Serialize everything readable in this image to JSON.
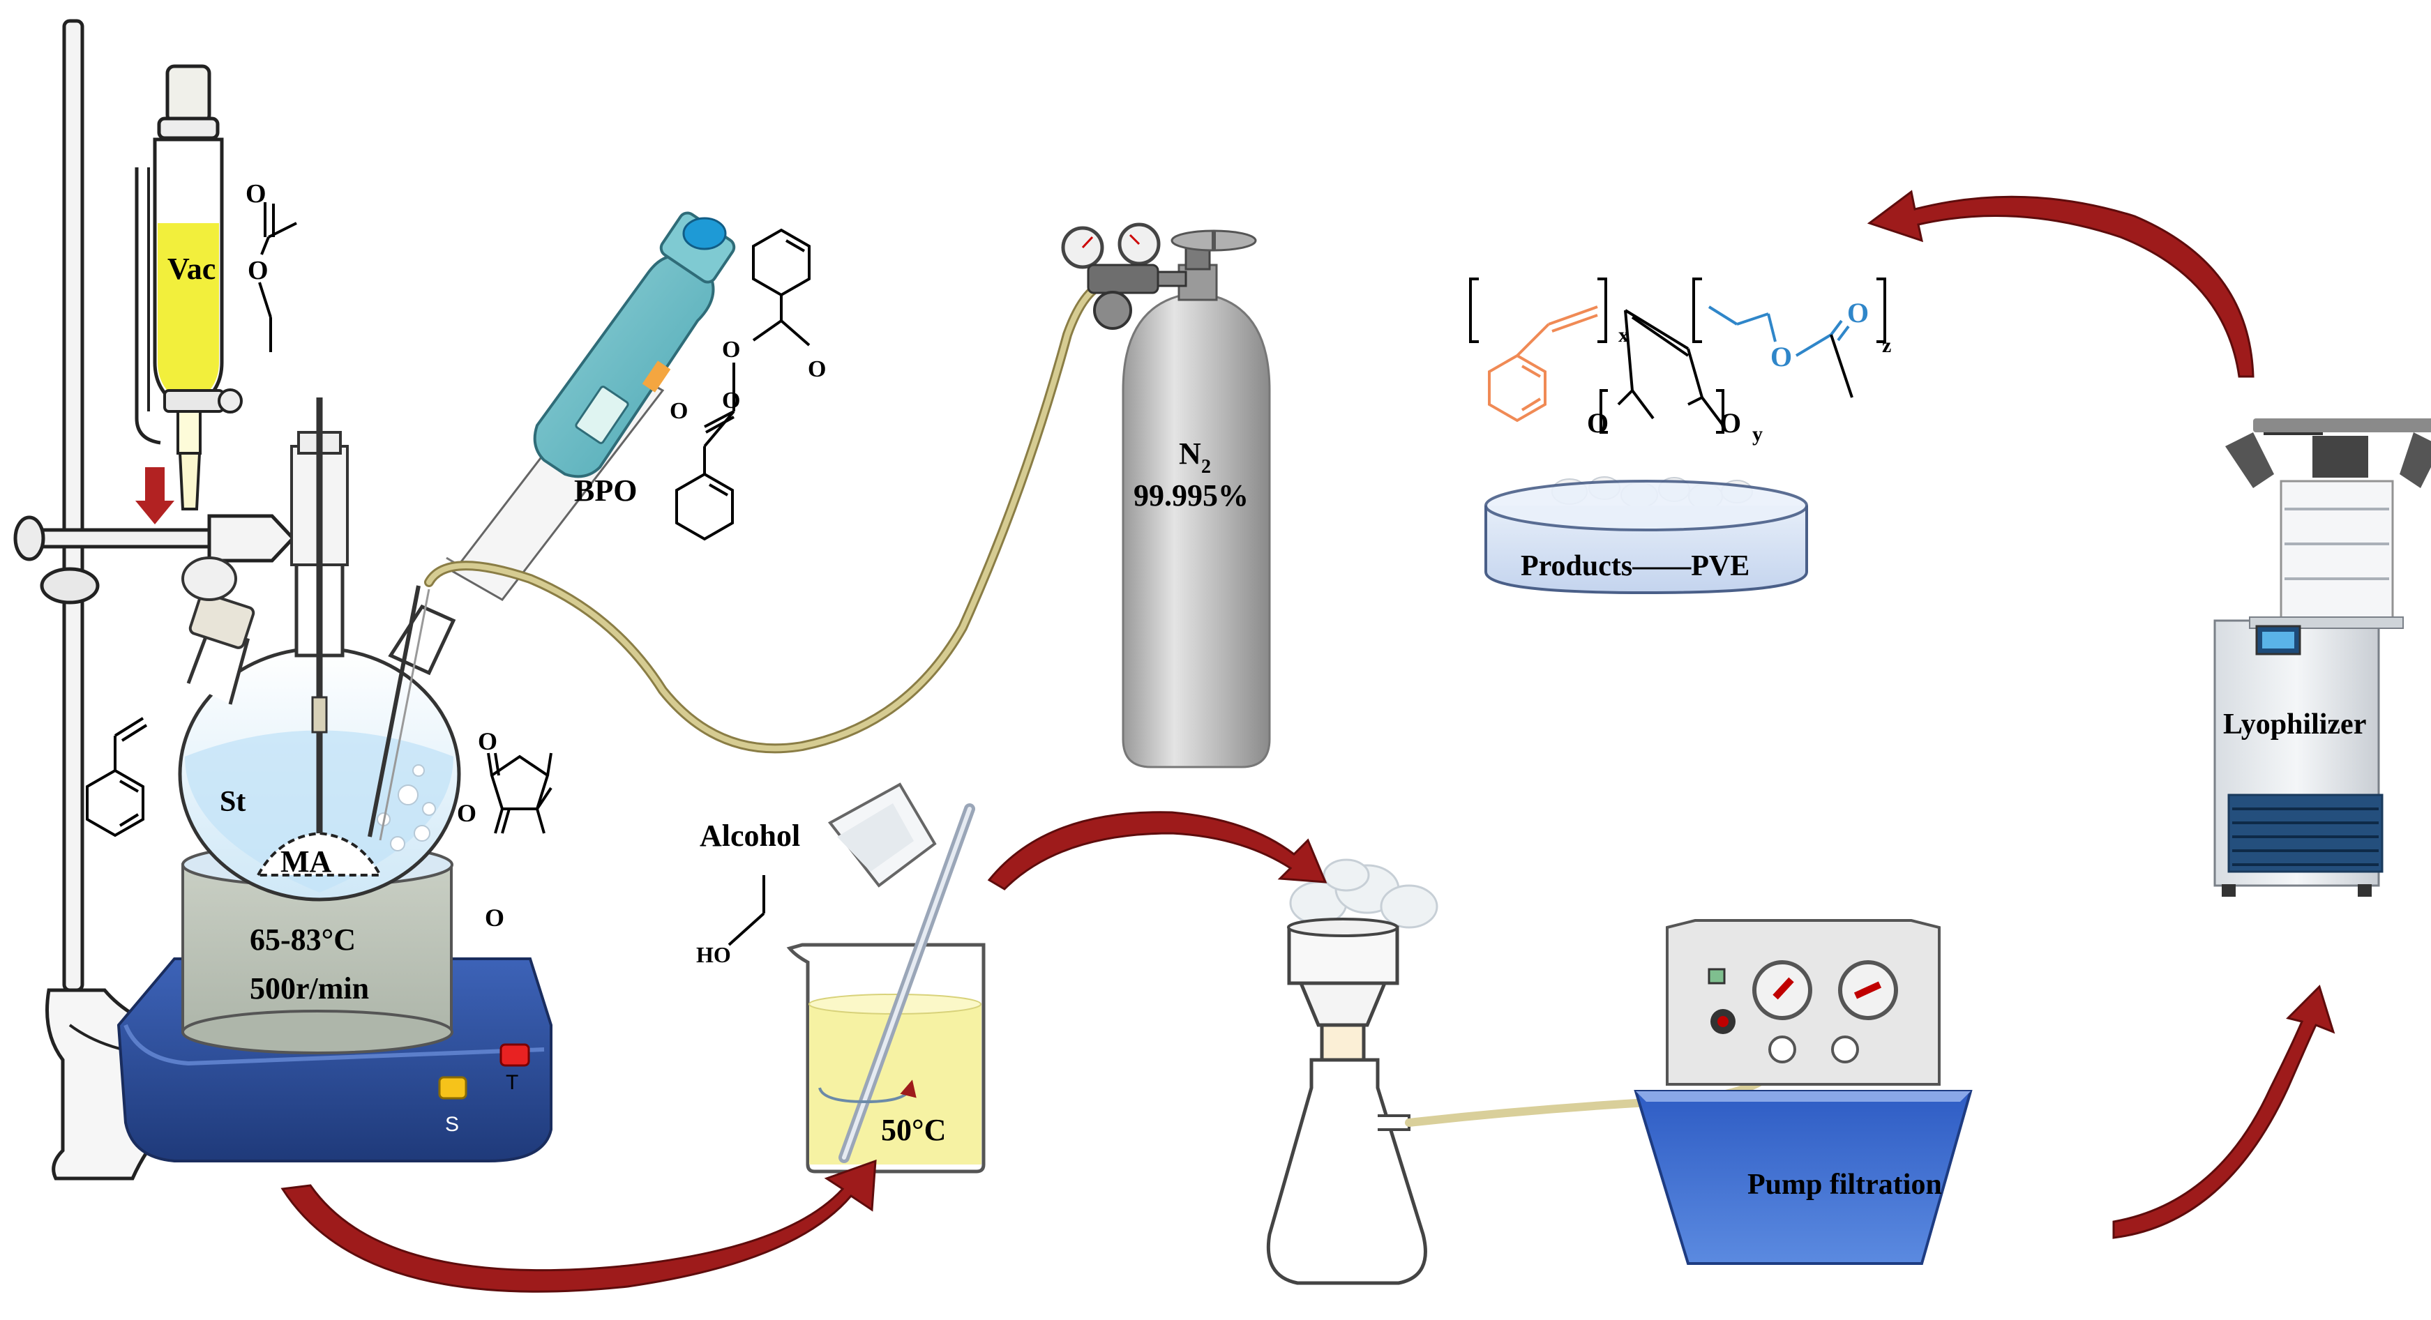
{
  "labels": {
    "vac": "Vac",
    "st": "St",
    "ma": "MA",
    "temp_range": "65-83°C",
    "speed": "500r/min",
    "bpo": "BPO",
    "n2_main": "N",
    "n2_sub": "2",
    "purity": "99.995%",
    "alcohol": "Alcohol",
    "beaker_temp": "50°C",
    "products": "Products——PVE",
    "pump": "Pump filtration",
    "lyophilizer": "Lyophilizer",
    "btn_s": "S",
    "btn_t": "T"
  },
  "chemistry": {
    "o": "O",
    "ho": "HO",
    "sub_x": "x",
    "sub_y": "y",
    "sub_z": "z"
  },
  "colors": {
    "arrow": "#9e1b1b",
    "vac_liquid": "#f2ef3c",
    "tube": "#b9ad6e",
    "hotplate": "#2f4f9a",
    "pump_tray": "#3f6fd1",
    "styrene": "#f08a55",
    "acetate": "#2f86c9",
    "cylinder": "#b8b8b8"
  }
}
